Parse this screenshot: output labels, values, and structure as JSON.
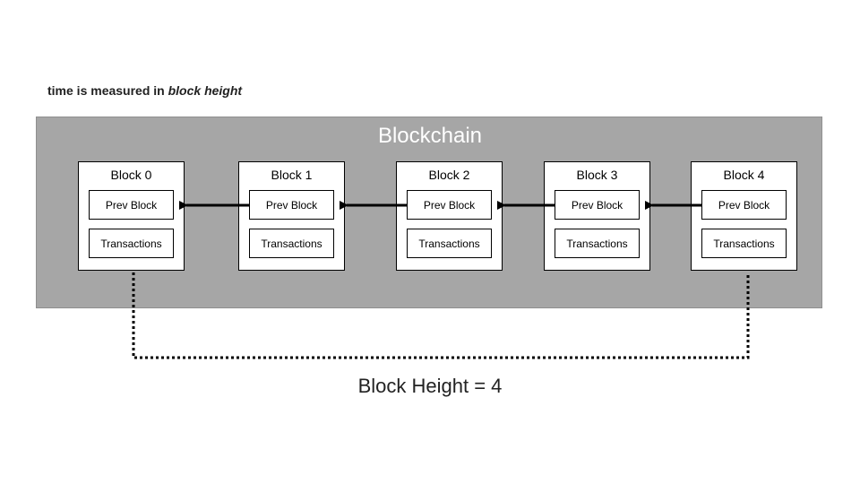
{
  "caption": {
    "prefix": "time is measured in ",
    "emphasis": "block height"
  },
  "diagram": {
    "title": "Blockchain",
    "blocks": [
      {
        "label": "Block 0",
        "prev": "Prev Block",
        "tx": "Transactions"
      },
      {
        "label": "Block 1",
        "prev": "Prev Block",
        "tx": "Transactions"
      },
      {
        "label": "Block 2",
        "prev": "Prev Block",
        "tx": "Transactions"
      },
      {
        "label": "Block 3",
        "prev": "Prev Block",
        "tx": "Transactions"
      },
      {
        "label": "Block 4",
        "prev": "Prev Block",
        "tx": "Transactions"
      }
    ],
    "height_label": "Block Height = 4"
  },
  "colors": {
    "panel": "#a6a6a6",
    "panel_title": "#ffffff",
    "border": "#000000"
  }
}
